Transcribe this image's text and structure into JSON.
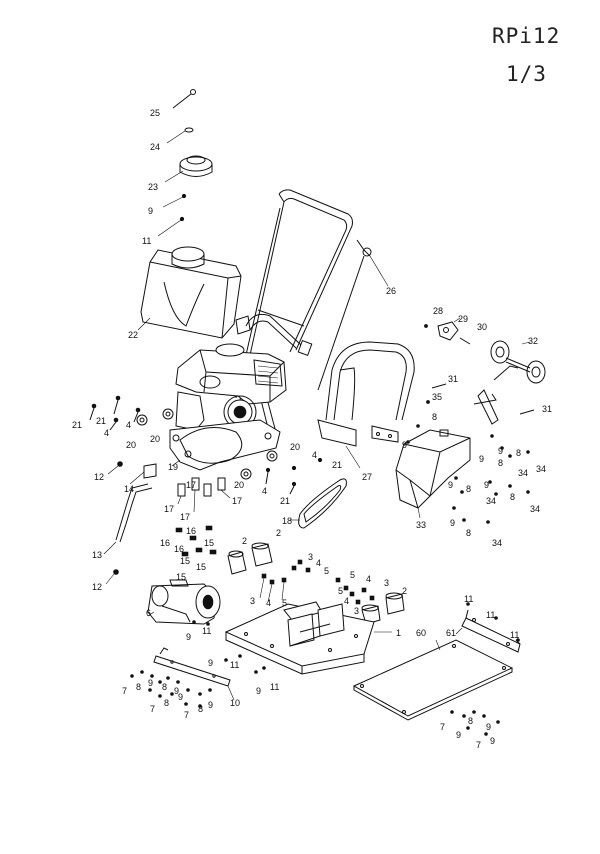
{
  "sheet": {
    "model": "RPi12",
    "page": "1/3"
  },
  "callouts": [
    {
      "id": "c25a",
      "text": "25"
    },
    {
      "id": "c24",
      "text": "24"
    },
    {
      "id": "c23",
      "text": "23"
    },
    {
      "id": "c9a",
      "text": "9"
    },
    {
      "id": "c11a",
      "text": "11"
    },
    {
      "id": "c26",
      "text": "26"
    },
    {
      "id": "c22",
      "text": "22"
    },
    {
      "id": "c28",
      "text": "28"
    },
    {
      "id": "c29",
      "text": "29"
    },
    {
      "id": "c30",
      "text": "30"
    },
    {
      "id": "c32",
      "text": "32"
    },
    {
      "id": "c31a",
      "text": "31"
    },
    {
      "id": "c35",
      "text": "35"
    },
    {
      "id": "c31b",
      "text": "31"
    },
    {
      "id": "c21a",
      "text": "21"
    },
    {
      "id": "c21b",
      "text": "21"
    },
    {
      "id": "c4a",
      "text": "4"
    },
    {
      "id": "c4b",
      "text": "4"
    },
    {
      "id": "c20a",
      "text": "20"
    },
    {
      "id": "c20b",
      "text": "20"
    },
    {
      "id": "c20c",
      "text": "20"
    },
    {
      "id": "c20d",
      "text": "20"
    },
    {
      "id": "c19",
      "text": "19"
    },
    {
      "id": "c8a",
      "text": "8"
    },
    {
      "id": "c9b",
      "text": "9"
    },
    {
      "id": "c9c",
      "text": "9"
    },
    {
      "id": "c9d",
      "text": "9"
    },
    {
      "id": "c8b",
      "text": "8"
    },
    {
      "id": "c8c",
      "text": "8"
    },
    {
      "id": "c34a",
      "text": "34"
    },
    {
      "id": "c34b",
      "text": "34"
    },
    {
      "id": "c12a",
      "text": "12"
    },
    {
      "id": "c14",
      "text": "14"
    },
    {
      "id": "c4c",
      "text": "4"
    },
    {
      "id": "c21c",
      "text": "21"
    },
    {
      "id": "c27",
      "text": "27"
    },
    {
      "id": "c4d",
      "text": "4"
    },
    {
      "id": "c21d",
      "text": "21"
    },
    {
      "id": "c17a",
      "text": "17"
    },
    {
      "id": "c17b",
      "text": "17"
    },
    {
      "id": "c17c",
      "text": "17"
    },
    {
      "id": "c17d",
      "text": "17"
    },
    {
      "id": "c9e",
      "text": "9"
    },
    {
      "id": "c8d",
      "text": "8"
    },
    {
      "id": "c9f",
      "text": "9"
    },
    {
      "id": "c8e",
      "text": "8"
    },
    {
      "id": "c34c",
      "text": "34"
    },
    {
      "id": "c33",
      "text": "33"
    },
    {
      "id": "c9g",
      "text": "9"
    },
    {
      "id": "c8f",
      "text": "8"
    },
    {
      "id": "c34d",
      "text": "34"
    },
    {
      "id": "c18",
      "text": "18"
    },
    {
      "id": "c16a",
      "text": "16"
    },
    {
      "id": "c16b",
      "text": "16"
    },
    {
      "id": "c16c",
      "text": "16"
    },
    {
      "id": "c15a",
      "text": "15"
    },
    {
      "id": "c15b",
      "text": "15"
    },
    {
      "id": "c15c",
      "text": "15"
    },
    {
      "id": "c2a",
      "text": "2"
    },
    {
      "id": "c2b",
      "text": "2"
    },
    {
      "id": "c3a",
      "text": "3"
    },
    {
      "id": "c4e",
      "text": "4"
    },
    {
      "id": "c5a",
      "text": "5"
    },
    {
      "id": "c13",
      "text": "13"
    },
    {
      "id": "c12b",
      "text": "12"
    },
    {
      "id": "c15d",
      "text": "15"
    },
    {
      "id": "c5b",
      "text": "5"
    },
    {
      "id": "c4f",
      "text": "4"
    },
    {
      "id": "c3b",
      "text": "3"
    },
    {
      "id": "c5c",
      "text": "5"
    },
    {
      "id": "c4g",
      "text": "4"
    },
    {
      "id": "c3c",
      "text": "3"
    },
    {
      "id": "c2c",
      "text": "2"
    },
    {
      "id": "c3d",
      "text": "3"
    },
    {
      "id": "c5d",
      "text": "5"
    },
    {
      "id": "c6",
      "text": "6"
    },
    {
      "id": "c11b",
      "text": "11"
    },
    {
      "id": "c11c",
      "text": "11"
    },
    {
      "id": "c11d",
      "text": "11"
    },
    {
      "id": "c61",
      "text": "61"
    },
    {
      "id": "c60",
      "text": "60"
    },
    {
      "id": "c1",
      "text": "1"
    },
    {
      "id": "c9h",
      "text": "9"
    },
    {
      "id": "c11e",
      "text": "11"
    },
    {
      "id": "c9i",
      "text": "9"
    },
    {
      "id": "c11f",
      "text": "11"
    },
    {
      "id": "c11g",
      "text": "11"
    },
    {
      "id": "c9j",
      "text": "9"
    },
    {
      "id": "c7a",
      "text": "7"
    },
    {
      "id": "c8g",
      "text": "8"
    },
    {
      "id": "c9k",
      "text": "9"
    },
    {
      "id": "c8h",
      "text": "8"
    },
    {
      "id": "c9l",
      "text": "9"
    },
    {
      "id": "c7b",
      "text": "7"
    },
    {
      "id": "c8i",
      "text": "8"
    },
    {
      "id": "c9m",
      "text": "9"
    },
    {
      "id": "c7c",
      "text": "7"
    },
    {
      "id": "c8j",
      "text": "8"
    },
    {
      "id": "c9n",
      "text": "9"
    },
    {
      "id": "c10",
      "text": "10"
    },
    {
      "id": "c7d",
      "text": "7"
    },
    {
      "id": "c9o",
      "text": "9"
    },
    {
      "id": "c8k",
      "text": "8"
    },
    {
      "id": "c9p",
      "text": "9"
    },
    {
      "id": "c7e",
      "text": "7"
    },
    {
      "id": "c9q",
      "text": "9"
    }
  ]
}
